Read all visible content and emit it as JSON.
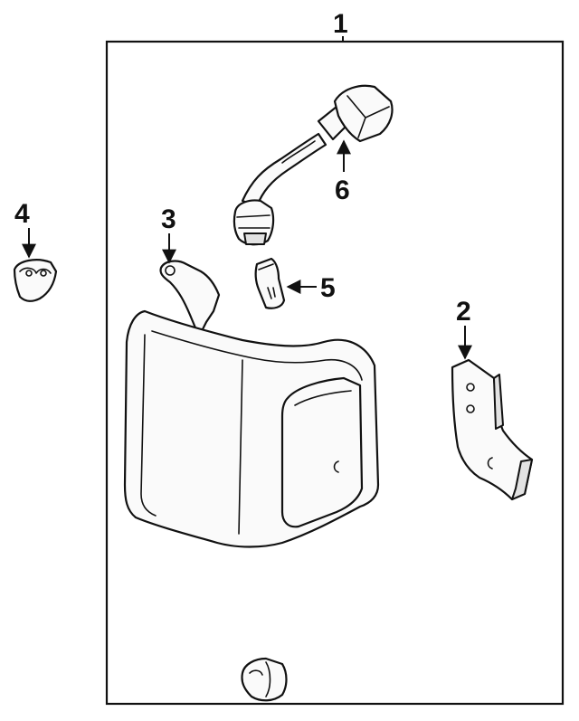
{
  "callouts": [
    {
      "id": "1",
      "label": "1",
      "part": "corner-lamp-assembly"
    },
    {
      "id": "2",
      "label": "2",
      "part": "mounting-bracket"
    },
    {
      "id": "3",
      "label": "3",
      "part": "lamp-housing-tab"
    },
    {
      "id": "4",
      "label": "4",
      "part": "clip"
    },
    {
      "id": "5",
      "label": "5",
      "part": "bulb"
    },
    {
      "id": "6",
      "label": "6",
      "part": "socket-and-wire"
    }
  ]
}
